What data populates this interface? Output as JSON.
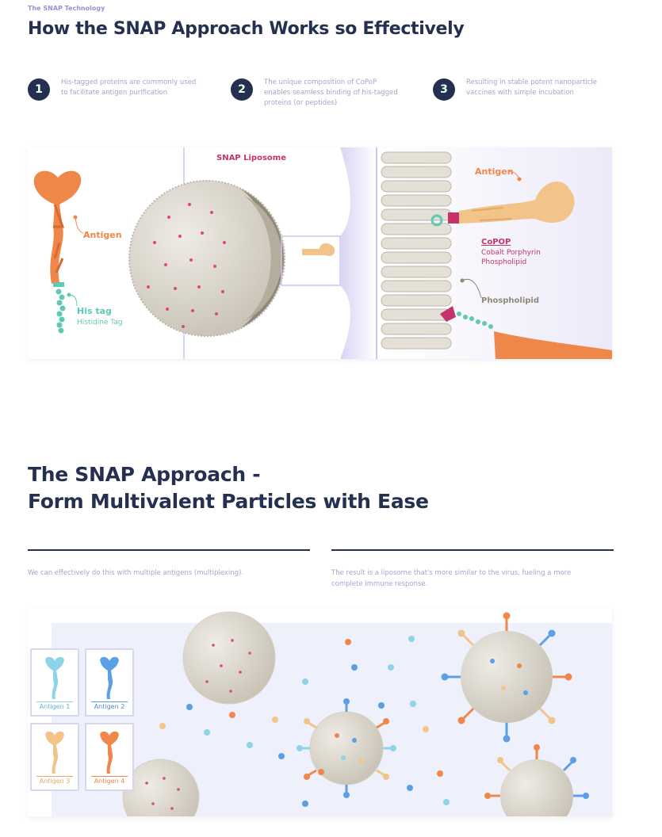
{
  "section1": {
    "eyebrow": "The SNAP Technology",
    "title": "How the SNAP Approach Works so Effectively",
    "steps": [
      {
        "number": "1",
        "text": "His-tagged proteins are commonly used to facilitate antigen purification"
      },
      {
        "number": "2",
        "text": "The unique composition of CoPoP enables seamless binding of his-tagged proteins (or peptides)"
      },
      {
        "number": "3",
        "text": "Resulting in stable potent nanoparticle vaccines with simple incubation"
      }
    ],
    "diagram": {
      "antigen_label": "Antigen",
      "his_tag_label": "His tag",
      "his_tag_sub": "Histidine Tag",
      "liposome_label": "SNAP Liposome",
      "zoom_antigen_label": "Antigen",
      "copop_label": "CoPOP",
      "copop_sub1": "Cobalt Porphyrin",
      "copop_sub2": "Phospholipid",
      "phospholipid_label": "Phospholipid"
    }
  },
  "section2": {
    "title_line1": "The SNAP Approach -",
    "title_line2": "Form Multivalent Particles with Ease",
    "left_text": "We can effectively do this with multiple antigens (multiplexing).",
    "right_text": "The result is a liposome that's more similar to the virus, fueling a more complete immune response.",
    "antigen_cards": [
      {
        "label": "Antigen 1",
        "color": "#8fd3e8"
      },
      {
        "label": "Antigen 2",
        "color": "#5b9fe6"
      },
      {
        "label": "Antigen 3",
        "color": "#f2c48a"
      },
      {
        "label": "Antigen 4",
        "color": "#f0874a"
      }
    ]
  },
  "colors": {
    "navy": "#24304f",
    "lavender_text": "#a7a3cf",
    "eyebrow": "#9b8fd0",
    "antigen_orange": "#f0874a",
    "his_teal": "#5fc9b4",
    "copop_magenta": "#c4346b",
    "liposome_grey": "#d9d4c8"
  }
}
